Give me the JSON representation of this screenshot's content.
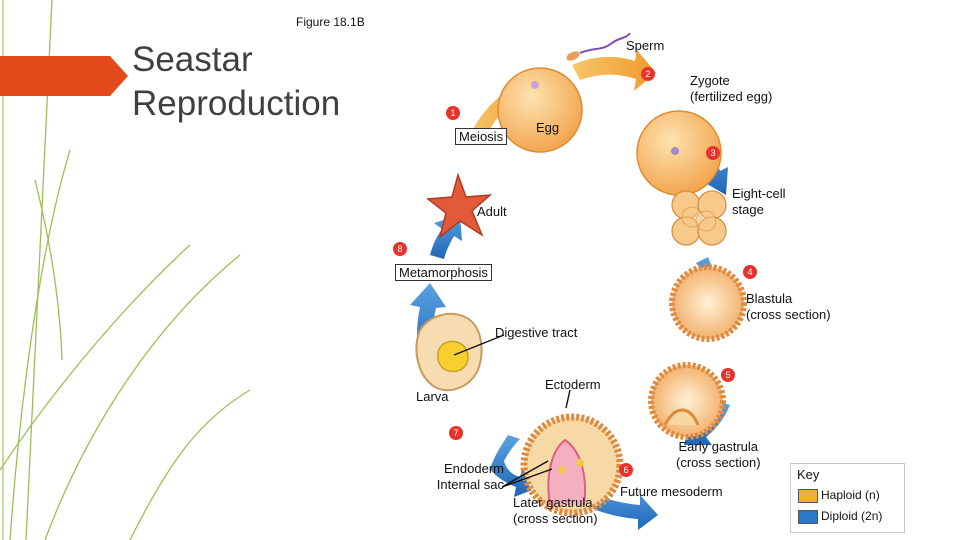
{
  "slide": {
    "title_line1": "Seastar",
    "title_line2": "Reproduction",
    "figure_label": "Figure 18.1B"
  },
  "steps": [
    "1",
    "2",
    "3",
    "4",
    "5",
    "6",
    "7",
    "8"
  ],
  "labels": {
    "sperm": "Sperm",
    "zygote_line1": "Zygote",
    "zygote_line2": "(fertilized egg)",
    "egg": "Egg",
    "meiosis": "Meiosis",
    "adult": "Adult",
    "eight_cell_line1": "Eight-cell",
    "eight_cell_line2": "stage",
    "metamorphosis": "Metamorphosis",
    "blastula_line1": "Blastula",
    "blastula_line2": "(cross section)",
    "digestive_tract": "Digestive tract",
    "ectoderm": "Ectoderm",
    "larva": "Larva",
    "early_gastrula_line1": "Early gastrula",
    "early_gastrula_line2": "(cross section)",
    "endoderm": "Endoderm",
    "internal_sac": "Internal sac",
    "later_gastrula_line1": "Later gastrula",
    "later_gastrula_line2": "(cross section)",
    "future_mesoderm": "Future mesoderm"
  },
  "key": {
    "title": "Key",
    "haploid_label": "Haploid (n)",
    "diploid_label": "Diploid (2n)",
    "haploid_color": "#f0b030",
    "diploid_color": "#2b78c8"
  },
  "colors": {
    "accent": "#e24a1c",
    "step_badge": "#e8322c",
    "decor_line": "#8ab43a"
  }
}
